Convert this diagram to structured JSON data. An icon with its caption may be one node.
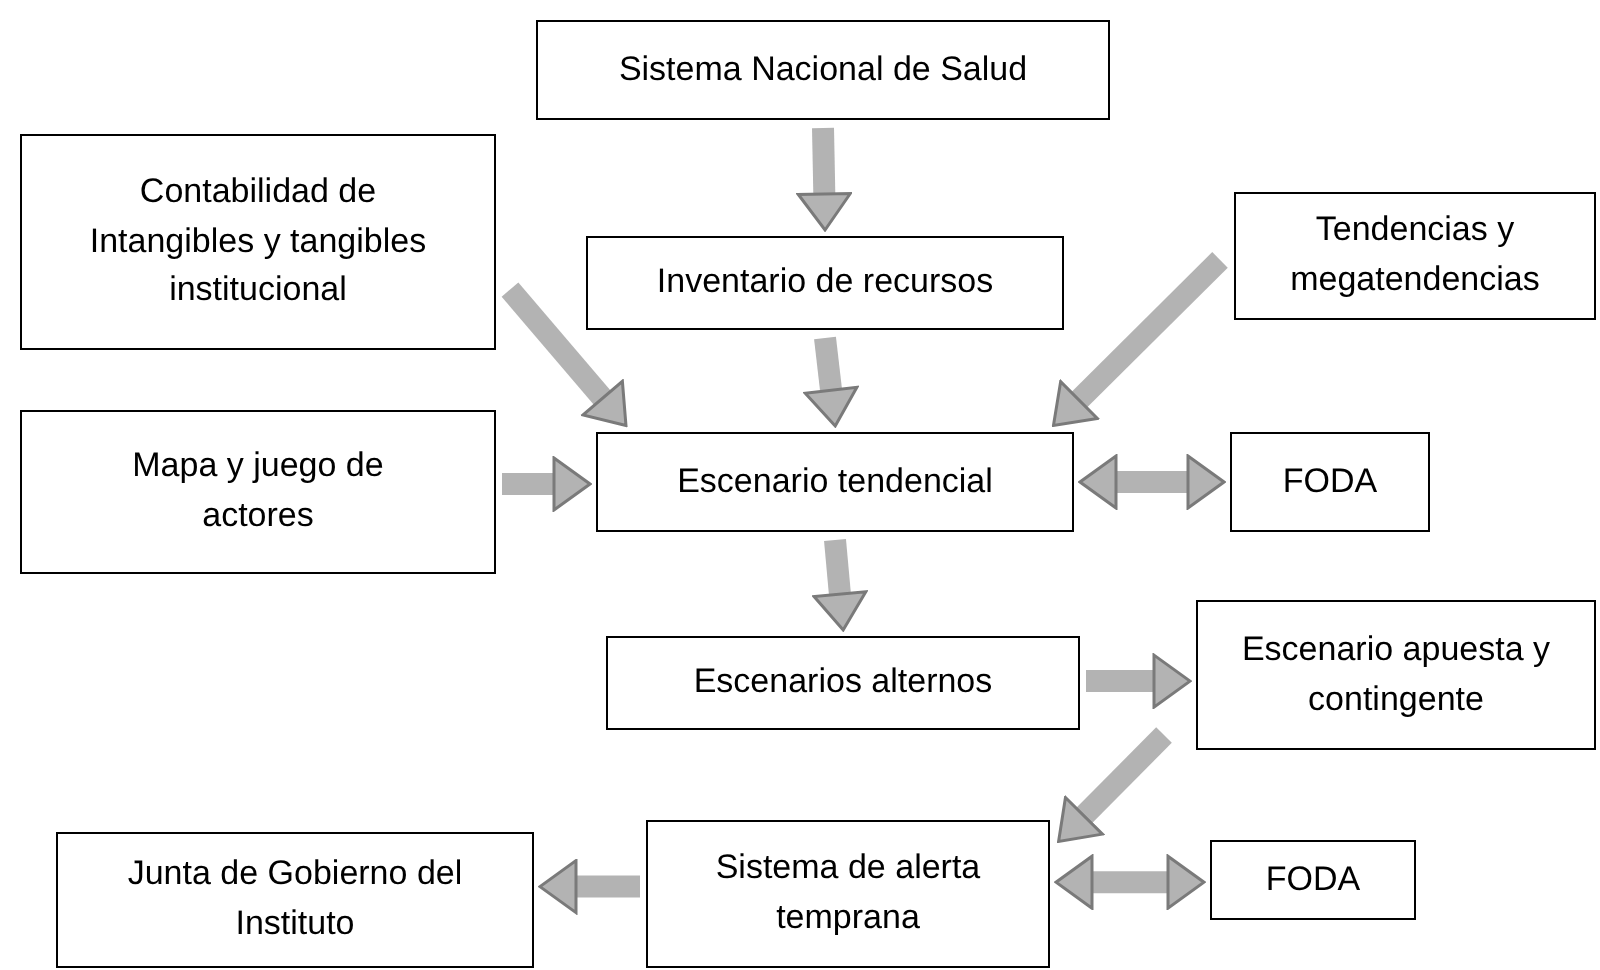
{
  "diagram": {
    "nodes": [
      {
        "text": [
          "Sistema Nacional de Salud"
        ]
      },
      {
        "text": [
          "Contabilidad de Intangibles y tangibles institucional"
        ]
      },
      {
        "text": [
          "Inventario de recursos"
        ]
      },
      {
        "text": [
          "Tendencias y megatendencias"
        ]
      },
      {
        "text": [
          "Mapa y juego de actores"
        ]
      },
      {
        "text": [
          "Escenario tendencial"
        ]
      },
      {
        "text": [
          "FODA"
        ]
      },
      {
        "text": [
          "Escenarios alternos"
        ]
      },
      {
        "text": [
          "Escenario apuesta y contingente"
        ]
      },
      {
        "text": [
          "Junta de Gobierno del Instituto"
        ]
      },
      {
        "text": [
          "Sistema de alerta temprana"
        ]
      },
      {
        "text": [
          "FODA"
        ]
      }
    ],
    "edges": [
      {
        "from": 0,
        "to": 2,
        "arrow": "to"
      },
      {
        "from": 2,
        "to": 5,
        "arrow": "to"
      },
      {
        "from": 1,
        "to": 5,
        "arrow": "to"
      },
      {
        "from": 3,
        "to": 5,
        "arrow": "to"
      },
      {
        "from": 4,
        "to": 5,
        "arrow": "to"
      },
      {
        "from": 5,
        "to": 6,
        "arrow": "both"
      },
      {
        "from": 5,
        "to": 7,
        "arrow": "to"
      },
      {
        "from": 7,
        "to": 8,
        "arrow": "to"
      },
      {
        "from": 8,
        "to": 10,
        "arrow": "to"
      },
      {
        "from": 10,
        "to": 9,
        "arrow": "to"
      },
      {
        "from": 10,
        "to": 11,
        "arrow": "both"
      }
    ]
  }
}
